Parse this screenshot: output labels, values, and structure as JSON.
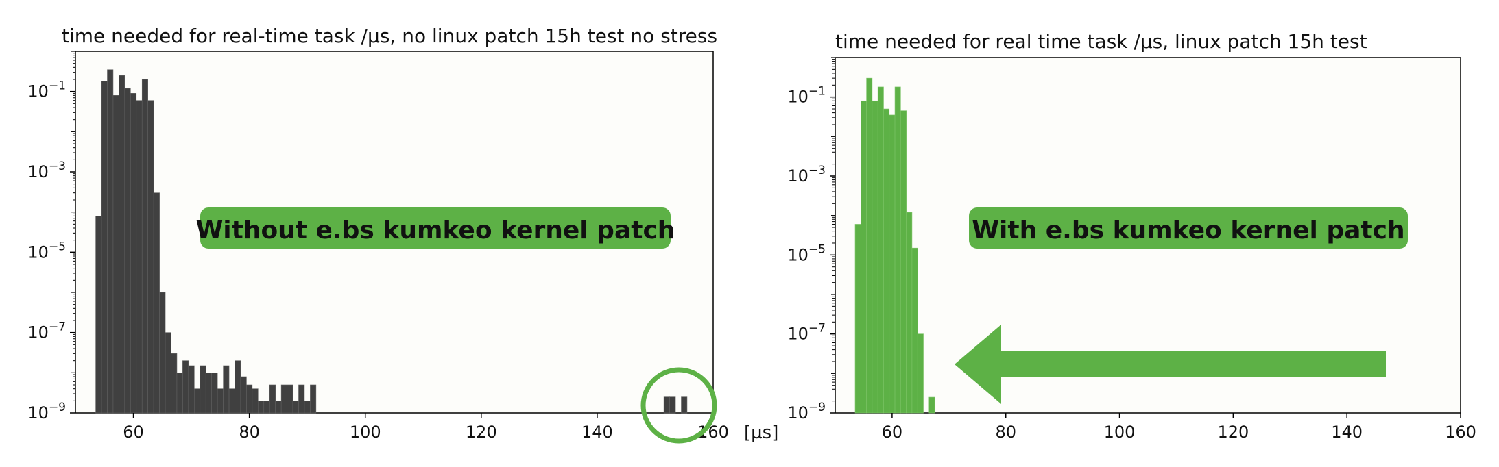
{
  "colors": {
    "background": "#ffffff",
    "plot_bg": "#fdfdfa",
    "left_bars": "#404040",
    "right_bars": "#5db146",
    "accent_green": "#5db146",
    "axis": "#000000"
  },
  "chart_data": [
    {
      "type": "bar",
      "title": "time needed for real-time task /µs, no linux patch 15h test no stress",
      "xlabel": "",
      "ylabel": "",
      "x_unit_label": "[µs]",
      "yscale": "log",
      "xlim": [
        50,
        160
      ],
      "ylim": [
        1e-09,
        1
      ],
      "xticks": [
        60,
        80,
        100,
        120,
        140,
        160
      ],
      "xtick_labels": [
        "60",
        "80",
        "100",
        "120",
        "140",
        "160"
      ],
      "yticks": [
        1e-09,
        1e-07,
        1e-05,
        0.001,
        0.1
      ],
      "ytick_labels": [
        {
          "base": "10",
          "exp": "−9"
        },
        {
          "base": "10",
          "exp": "−7"
        },
        {
          "base": "10",
          "exp": "−5"
        },
        {
          "base": "10",
          "exp": "−3"
        },
        {
          "base": "10",
          "exp": "−1"
        }
      ],
      "bin_width": 1,
      "bars": [
        {
          "x": 54,
          "y": 8e-05
        },
        {
          "x": 55,
          "y": 0.18
        },
        {
          "x": 56,
          "y": 0.35
        },
        {
          "x": 57,
          "y": 0.08
        },
        {
          "x": 58,
          "y": 0.25
        },
        {
          "x": 59,
          "y": 0.12
        },
        {
          "x": 60,
          "y": 0.09
        },
        {
          "x": 61,
          "y": 0.06
        },
        {
          "x": 62,
          "y": 0.2
        },
        {
          "x": 63,
          "y": 0.06
        },
        {
          "x": 64,
          "y": 0.0003
        },
        {
          "x": 65,
          "y": 1e-06
        },
        {
          "x": 66,
          "y": 1e-07
        },
        {
          "x": 67,
          "y": 3e-08
        },
        {
          "x": 68,
          "y": 1e-08
        },
        {
          "x": 69,
          "y": 2e-08
        },
        {
          "x": 70,
          "y": 1.5e-08
        },
        {
          "x": 71,
          "y": 4e-09
        },
        {
          "x": 72,
          "y": 1.5e-08
        },
        {
          "x": 73,
          "y": 1e-08
        },
        {
          "x": 74,
          "y": 1e-08
        },
        {
          "x": 75,
          "y": 4e-09
        },
        {
          "x": 76,
          "y": 1.5e-08
        },
        {
          "x": 77,
          "y": 4e-09
        },
        {
          "x": 78,
          "y": 2e-08
        },
        {
          "x": 79,
          "y": 8e-09
        },
        {
          "x": 80,
          "y": 5e-09
        },
        {
          "x": 81,
          "y": 4e-09
        },
        {
          "x": 82,
          "y": 2e-09
        },
        {
          "x": 83,
          "y": 2e-09
        },
        {
          "x": 84,
          "y": 5e-09
        },
        {
          "x": 85,
          "y": 2e-09
        },
        {
          "x": 86,
          "y": 5e-09
        },
        {
          "x": 87,
          "y": 5e-09
        },
        {
          "x": 88,
          "y": 2e-09
        },
        {
          "x": 89,
          "y": 5e-09
        },
        {
          "x": 90,
          "y": 2e-09
        },
        {
          "x": 91,
          "y": 5e-09
        },
        {
          "x": 152,
          "y": 2.5e-09
        },
        {
          "x": 153,
          "y": 2.5e-09
        },
        {
          "x": 155,
          "y": 2.5e-09
        }
      ],
      "annotation": "Without e.bs kumkeo kernel patch"
    },
    {
      "type": "bar",
      "title": "time needed for real time task /µs, linux patch 15h test",
      "xlabel": "",
      "ylabel": "",
      "yscale": "log",
      "xlim": [
        50,
        160
      ],
      "ylim": [
        1e-09,
        1
      ],
      "xticks": [
        60,
        80,
        100,
        120,
        140,
        160
      ],
      "xtick_labels": [
        "60",
        "80",
        "100",
        "120",
        "140",
        "160"
      ],
      "yticks": [
        1e-09,
        1e-07,
        1e-05,
        0.001,
        0.1
      ],
      "ytick_labels": [
        {
          "base": "10",
          "exp": "−9"
        },
        {
          "base": "10",
          "exp": "−7"
        },
        {
          "base": "10",
          "exp": "−5"
        },
        {
          "base": "10",
          "exp": "−3"
        },
        {
          "base": "10",
          "exp": "−1"
        }
      ],
      "bin_width": 1,
      "bars": [
        {
          "x": 54,
          "y": 6e-05
        },
        {
          "x": 55,
          "y": 0.08
        },
        {
          "x": 56,
          "y": 0.3
        },
        {
          "x": 57,
          "y": 0.08
        },
        {
          "x": 58,
          "y": 0.18
        },
        {
          "x": 59,
          "y": 0.05
        },
        {
          "x": 60,
          "y": 0.035
        },
        {
          "x": 61,
          "y": 0.18
        },
        {
          "x": 62,
          "y": 0.045
        },
        {
          "x": 63,
          "y": 0.00012
        },
        {
          "x": 64,
          "y": 1.5e-05
        },
        {
          "x": 65,
          "y": 1e-07
        },
        {
          "x": 67,
          "y": 2.5e-09
        }
      ],
      "annotation": "With e.bs kumkeo kernel patch"
    }
  ]
}
